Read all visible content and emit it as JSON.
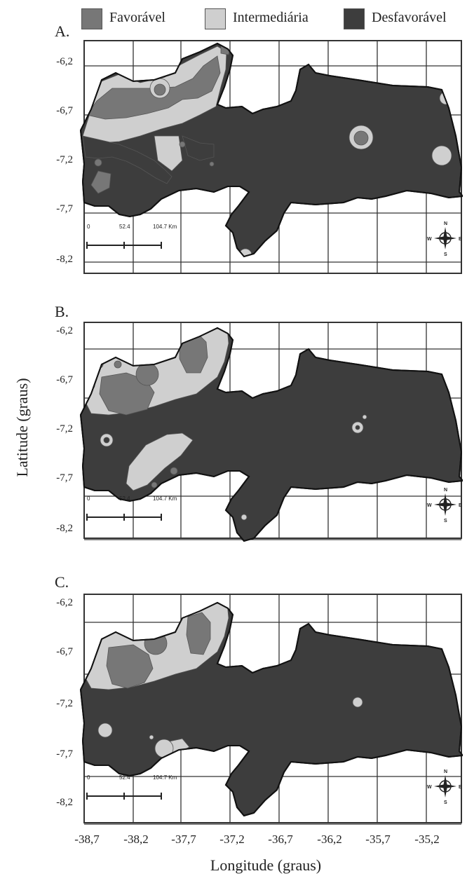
{
  "legend": [
    {
      "label": "Favorável",
      "color": "#777777"
    },
    {
      "label": "Intermediária",
      "color": "#cfcfcf"
    },
    {
      "label": "Desfavorável",
      "color": "#3d3d3d"
    }
  ],
  "axis": {
    "ylabel": "Latitude (graus)",
    "xlabel": "Longitude (graus)",
    "yticks": [
      "-6,2",
      "-6,7",
      "-7,2",
      "-7,7",
      "-8,2"
    ],
    "xticks": [
      "-38,7",
      "-38,2",
      "-37,7",
      "-37,2",
      "-36,7",
      "-36,2",
      "-35,7",
      "-35,2"
    ]
  },
  "panels": [
    {
      "label": "A."
    },
    {
      "label": "B."
    },
    {
      "label": "C."
    }
  ],
  "scalebar": {
    "t0": "0",
    "t1": "52.4",
    "t2": "104.7 Km"
  },
  "compass": {
    "n": "N",
    "s": "S",
    "w": "W",
    "e": "E"
  }
}
